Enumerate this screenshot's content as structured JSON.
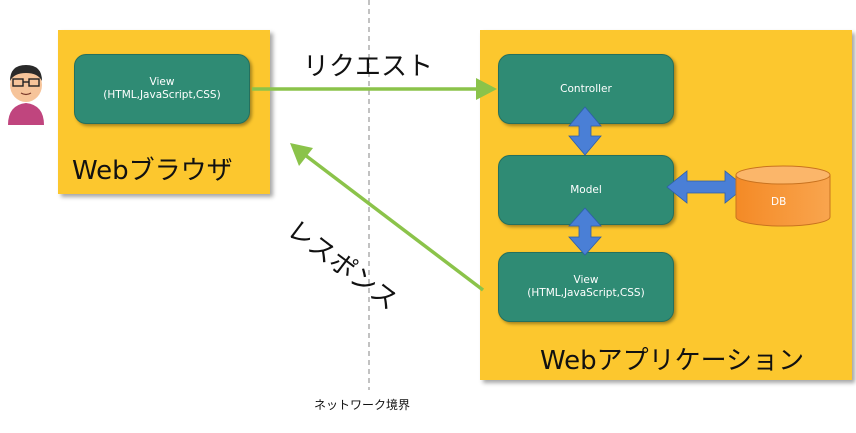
{
  "browser": {
    "title": "Webブラウザ",
    "view_label": "View\n(HTML,JavaScript,CSS)"
  },
  "app": {
    "title": "Webアプリケーション",
    "controller_label": "Controller",
    "model_label": "Model",
    "view_label": "View\n(HTML,JavaScript,CSS)",
    "db_label": "DB"
  },
  "request_label": "リクエスト",
  "response_label": "レスポンス",
  "network_boundary_label": "ネットワーク境界",
  "colors": {
    "panel": "#fcc72e",
    "box": "#2f8b74",
    "db": "#f79434",
    "arrow_green": "#8bc34a",
    "arrow_blue": "#4a7fd6"
  }
}
